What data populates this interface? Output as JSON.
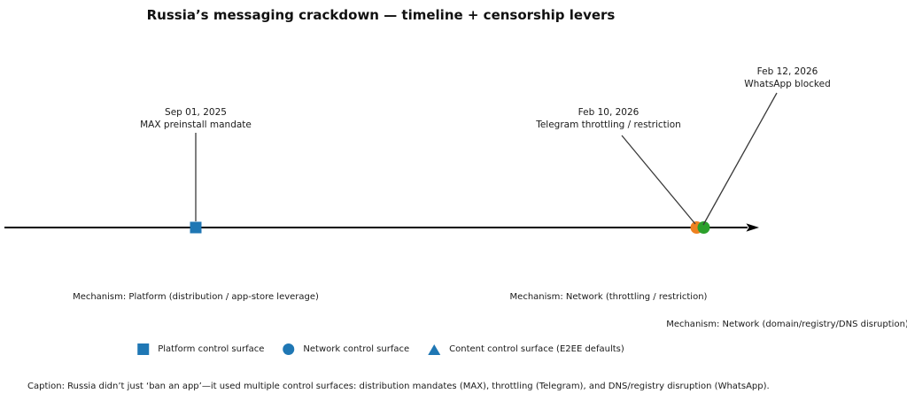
{
  "chart_data": {
    "type": "scatter",
    "subtype": "timeline-annotation-plot",
    "title": "Russia’s messaging crackdown — timeline + censorship levers",
    "x_axis": "time (unlabeled horizontal axis with right-pointing arrow, no ticks)",
    "grid": false,
    "legend_position": "bottom-center",
    "points": [
      {
        "date": "Sep 01, 2025",
        "event": "MAX preinstall mandate",
        "mechanism": "Mechanism: Platform (distribution / app-store leverage)",
        "marker_shape": "square",
        "marker_color": "#1f77b4"
      },
      {
        "date": "Feb 10, 2026",
        "event": "Telegram throttling / restriction",
        "mechanism": "Mechanism: Network (throttling / restriction)",
        "marker_shape": "circle",
        "marker_color": "#ee8120"
      },
      {
        "date": "Feb 12, 2026",
        "event": "WhatsApp blocked",
        "mechanism": "Mechanism: Network (domain/registry/DNS disruption)",
        "marker_shape": "circle",
        "marker_color": "#2ca02c"
      }
    ],
    "legend_items": [
      {
        "shape": "square",
        "label": "Platform control surface"
      },
      {
        "shape": "circle",
        "label": "Network control surface"
      },
      {
        "shape": "triangle",
        "label": "Content control surface (E2EE defaults)"
      }
    ],
    "legend_marker_color": "#1f77b4",
    "caption": "Caption: Russia didn’t just ‘ban an app’—it used multiple control surfaces: distribution mandates (MAX), throttling (Telegram), and DNS/registry disruption (WhatsApp).",
    "colors": {
      "axis": "#000000",
      "leader_line": "#3a3a3a",
      "text": "#1a1a1a"
    }
  }
}
